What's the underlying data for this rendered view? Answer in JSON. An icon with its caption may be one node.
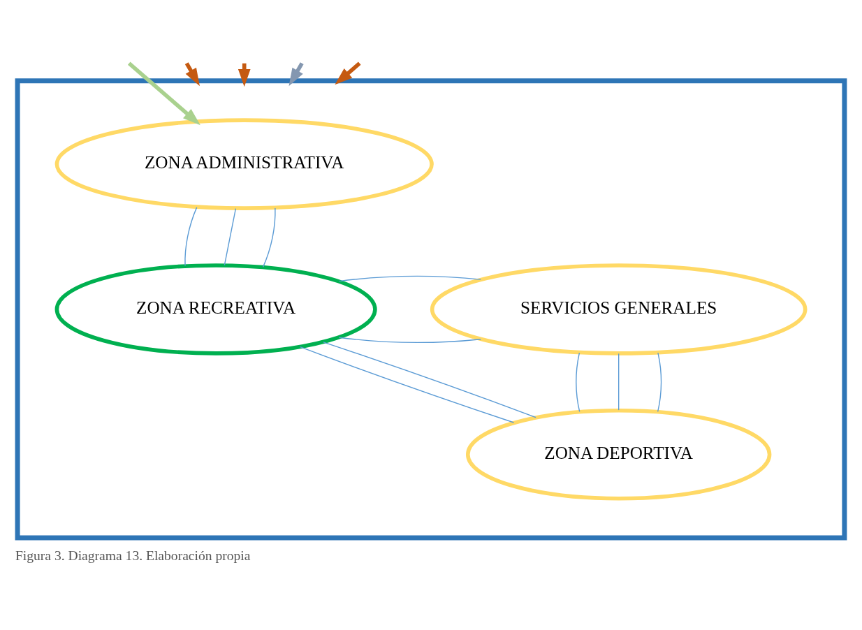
{
  "diagram": {
    "caption": "Figura 3. Diagrama 13. Elaboración propia",
    "nodes": [
      {
        "text": [],
        "shape": "box"
      },
      {
        "text": [
          "ZONA ADMINISTRATIVA"
        ],
        "in": 0
      },
      {
        "text": [
          "ZONA RECREATIVA"
        ],
        "in": 0
      },
      {
        "text": [
          "SERVICIOS GENERALES"
        ],
        "in": 0
      },
      {
        "text": [
          "ZONA DEPORTIVA"
        ],
        "in": 0
      }
    ],
    "edges": [
      {
        "from": null,
        "to": 1,
        "arrow": "to",
        "style": "thick",
        "color": "#a9d18e"
      },
      {
        "from": 1,
        "to": 2,
        "arrow": "none"
      },
      {
        "from": 1,
        "to": 2,
        "arrow": "none"
      },
      {
        "from": 1,
        "to": 2,
        "arrow": "none"
      },
      {
        "from": 2,
        "to": 3,
        "arrow": "none"
      },
      {
        "from": 2,
        "to": 3,
        "arrow": "none"
      },
      {
        "from": 2,
        "to": 4,
        "arrow": "none"
      },
      {
        "from": 2,
        "to": 4,
        "arrow": "none"
      },
      {
        "from": 3,
        "to": 4,
        "arrow": "none"
      },
      {
        "from": 3,
        "to": 4,
        "arrow": "none"
      },
      {
        "from": 3,
        "to": 4,
        "arrow": "none"
      },
      {
        "from": null,
        "to": 0,
        "arrow": "to",
        "style": "thick",
        "color": "#c55a11"
      },
      {
        "from": null,
        "to": 0,
        "arrow": "to",
        "style": "thick",
        "color": "#c55a11"
      },
      {
        "from": null,
        "to": 0,
        "arrow": "to",
        "style": "thick",
        "color": "#8497b0"
      },
      {
        "from": null,
        "to": 0,
        "arrow": "to",
        "style": "thick",
        "color": "#c55a11"
      }
    ]
  }
}
